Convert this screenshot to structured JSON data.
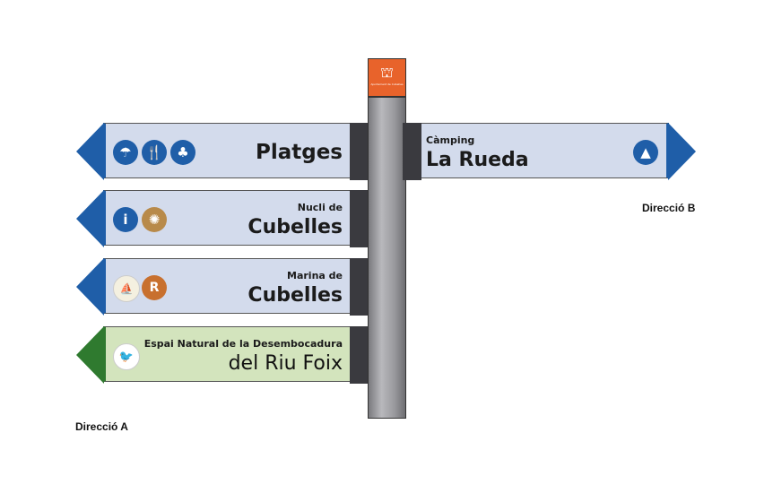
{
  "logo": {
    "symbol": "⛫",
    "caption": "Ajuntament de Cubelles"
  },
  "signs_a": [
    {
      "line1": "",
      "line2": "Platges",
      "icons": [
        "beach-icon",
        "restaurant-icon",
        "picnic-icon"
      ]
    },
    {
      "line1": "Nucli de",
      "line2": "Cubelles",
      "icons": [
        "info-icon",
        "heritage-icon"
      ]
    },
    {
      "line1": "Marina de",
      "line2": "Cubelles",
      "icons": [
        "marina-icon",
        "route-icon"
      ]
    },
    {
      "line1": "Espai Natural de la Desembocadura",
      "line2": "del Riu Foix",
      "icons": [
        "kingfisher-icon"
      ]
    }
  ],
  "sign_b": {
    "line1": "Càmping",
    "line2": "La Rueda",
    "icons": [
      "camping-icon"
    ]
  },
  "labels": {
    "dir_a": "Direcció A",
    "dir_b": "Direcció B"
  },
  "colors": {
    "blue": "#1f5ea8",
    "blue_body": "#d3dbec",
    "green": "#2f7a2f",
    "green_body": "#d3e4bd",
    "orange": "#e8632b"
  }
}
